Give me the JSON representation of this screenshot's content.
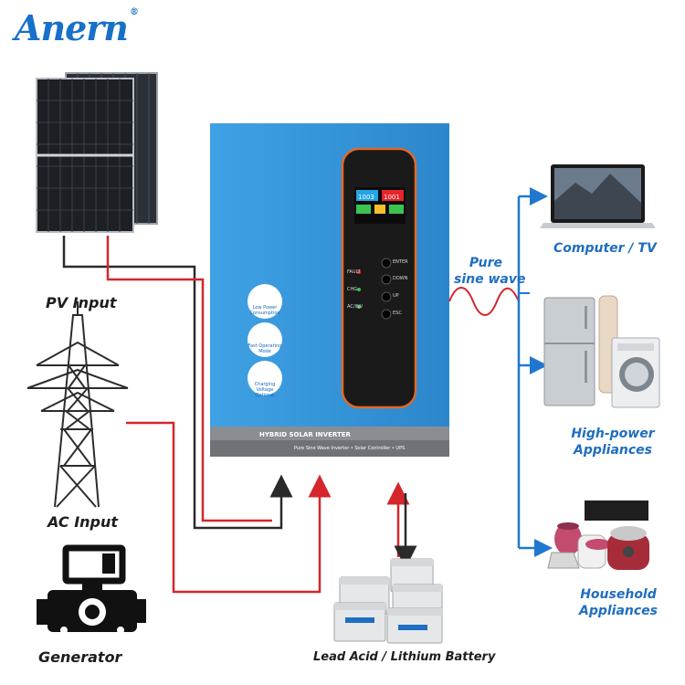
{
  "brand": {
    "logo_text": "Anern",
    "registered": "®"
  },
  "inverter": {
    "title": "HYBRID SOLAR INVERTER",
    "subtitle": "Pure Sine Wave Inverter • Solar Controller • UPS",
    "display_left": "1003",
    "display_right": "1001",
    "buttons": [
      "ENTER",
      "DOWN",
      "UP",
      "ESC"
    ],
    "indicators": [
      "FAULT",
      "CHG",
      "AC/INV"
    ],
    "features": [
      "Low Power Consumption",
      "Fast Operating Mode",
      "Charging Voltage Optional"
    ]
  },
  "labels": {
    "pv_input": "PV Input",
    "ac_input": "AC Input",
    "generator": "Generator",
    "battery": "Lead Acid / Lithium Battery",
    "pure_sine_wave_1": "Pure",
    "pure_sine_wave_2": "sine wave",
    "computer_tv": "Computer / TV",
    "high_power_1": "High-power",
    "high_power_2": "Appliances",
    "household_1": "Household",
    "household_2": "Appliances"
  },
  "colors": {
    "brand_blue": "#1770c9",
    "label_blue": "#1f6ec1",
    "inverter_blue": "#2d8fd6",
    "wire_red": "#d4262b",
    "wire_dark": "#2a2a2a"
  }
}
